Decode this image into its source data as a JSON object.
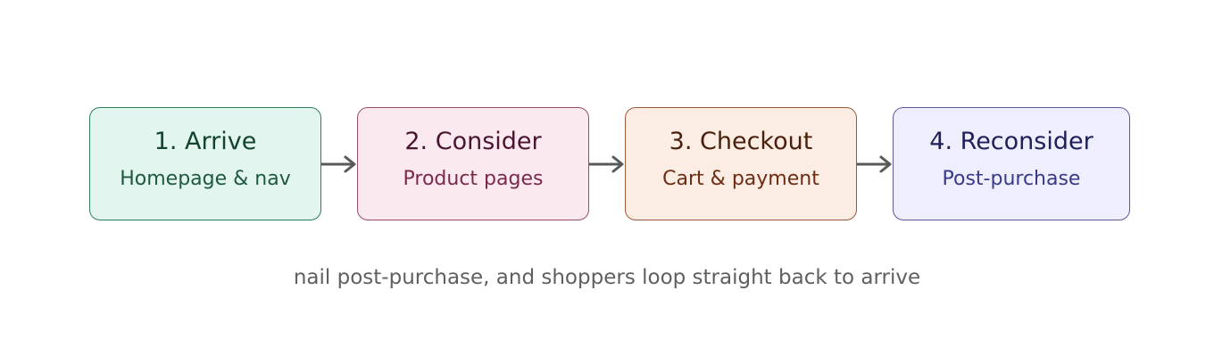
{
  "steps": [
    {
      "title": "1. Arrive",
      "subtitle": "Homepage & nav",
      "fill": "#e2f5ee",
      "border": "#2e7d5b",
      "title_color": "#14432f",
      "subtitle_color": "#1e5a40"
    },
    {
      "title": "2. Consider",
      "subtitle": "Product pages",
      "fill": "#fbe9f0",
      "border": "#9a4b6a",
      "title_color": "#4a1530",
      "subtitle_color": "#7a2a4a"
    },
    {
      "title": "3. Checkout",
      "subtitle": "Cart & payment",
      "fill": "#fcede4",
      "border": "#9a5a3a",
      "title_color": "#4a200c",
      "subtitle_color": "#6e2c14"
    },
    {
      "title": "4. Reconsider",
      "subtitle": "Post-purchase",
      "fill": "#eeeefc",
      "border": "#5a5a9a",
      "title_color": "#20205a",
      "subtitle_color": "#3a3a8a"
    }
  ],
  "caption": "nail post-purchase, and shoppers loop straight back to arrive",
  "arrow_color": "#595959"
}
